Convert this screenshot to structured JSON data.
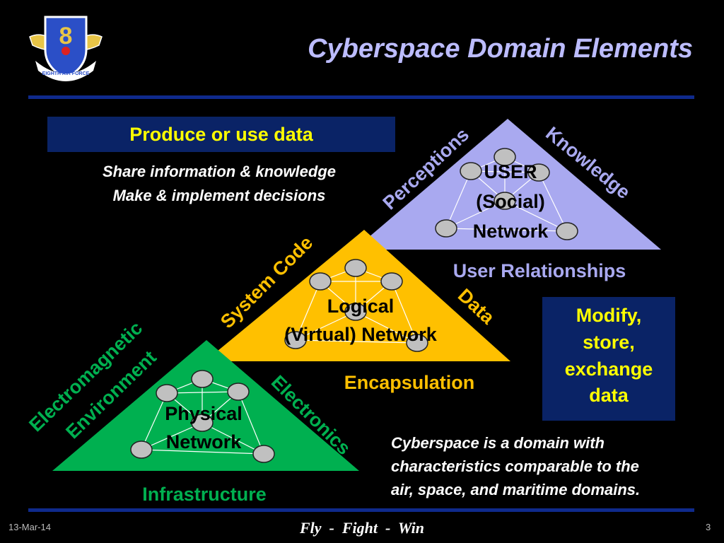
{
  "title": "Cyberspace Domain Elements",
  "emblem": {
    "icon": "eighth-air-force-shield-icon",
    "digit": "8",
    "ribbon_text": "EIGHTH AIR FORCE"
  },
  "produce_box": "Produce or use data",
  "share_lines": [
    "Share information & knowledge",
    "Make & implement decisions"
  ],
  "layers": {
    "user": {
      "label_lines": [
        "USER",
        "(Social)",
        "Network"
      ],
      "left_edge": "Perceptions",
      "right_edge": "Knowledge",
      "bottom": "User Relationships",
      "color": "#a9a9f0"
    },
    "logical": {
      "label_lines": [
        "Logical",
        "(Virtual) Network"
      ],
      "left_edge": "System Code",
      "right_edge": "Data",
      "bottom": "Encapsulation",
      "color": "#ffc000"
    },
    "physical": {
      "label_lines": [
        "Physical",
        "Network"
      ],
      "left_edge_lines": [
        "Electromagnetic",
        "Environment"
      ],
      "right_edge": "Electronics",
      "bottom": "Infrastructure",
      "color": "#00b050"
    }
  },
  "modify_box": [
    "Modify,",
    "store,",
    "exchange",
    "data"
  ],
  "cyber_note": [
    "Cyberspace is a domain with",
    "characteristics comparable to the",
    "air, space, and maritime domains."
  ],
  "footer": {
    "date": "13-Mar-14",
    "motto": "Fly  -  Fight  -  Win",
    "page": "3"
  },
  "colors": {
    "background": "#000000",
    "title": "#bcbcff",
    "rule": "#0f2a8c",
    "box": "#0a2366",
    "highlight_text": "#ffff00",
    "user_text": "#a9a9f0",
    "logical_text": "#ffc000",
    "physical_text": "#00b050",
    "node": "#c0c0c0"
  }
}
